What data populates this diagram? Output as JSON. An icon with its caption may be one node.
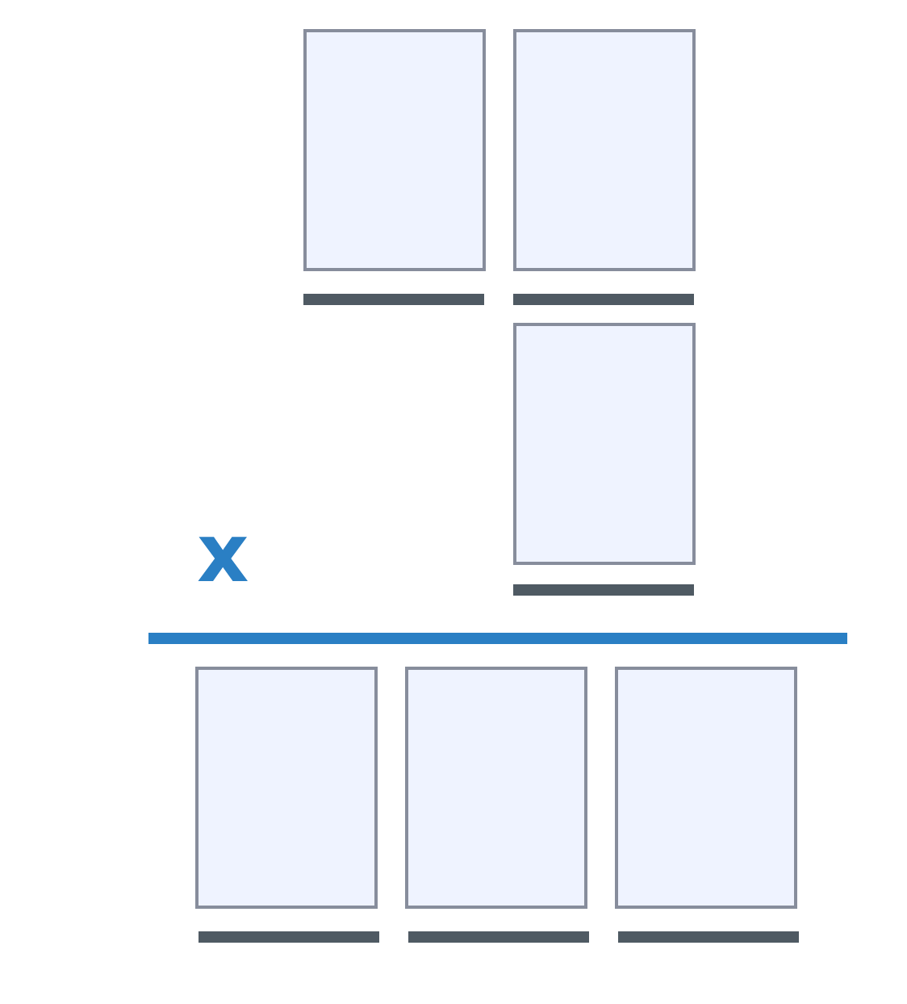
{
  "diagram": {
    "nodes": [
      {
        "text": [],
        "shape": "box"
      },
      {
        "text": [],
        "shape": "box"
      },
      {
        "text": [],
        "shape": "box"
      },
      {
        "text": [],
        "shape": "box"
      },
      {
        "text": [],
        "shape": "box"
      },
      {
        "text": [],
        "shape": "box"
      }
    ],
    "labels": [
      "x"
    ]
  }
}
